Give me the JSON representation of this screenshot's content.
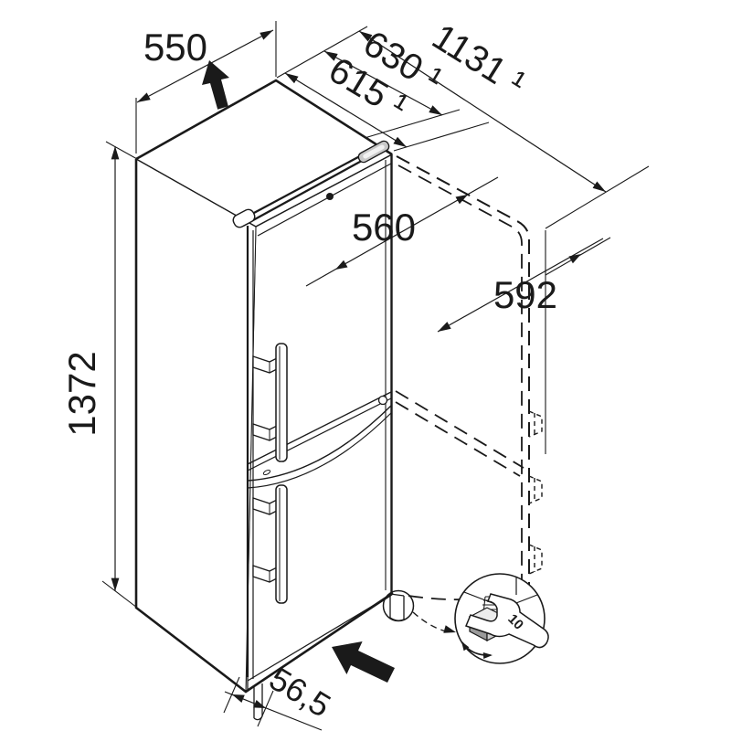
{
  "meta": {
    "background": "#ffffff",
    "line_color": "#1a1a1a",
    "handle_cap_fill": "#c9c9c9"
  },
  "dimensions": {
    "depth": "550",
    "swing_door": "615 ¹",
    "swing_handle": "630 ¹",
    "swing_total": "1131 ¹",
    "niche_width": "560",
    "door_width": "592",
    "height": "1372",
    "base_recess": "56,5",
    "wrench_size": "10"
  }
}
